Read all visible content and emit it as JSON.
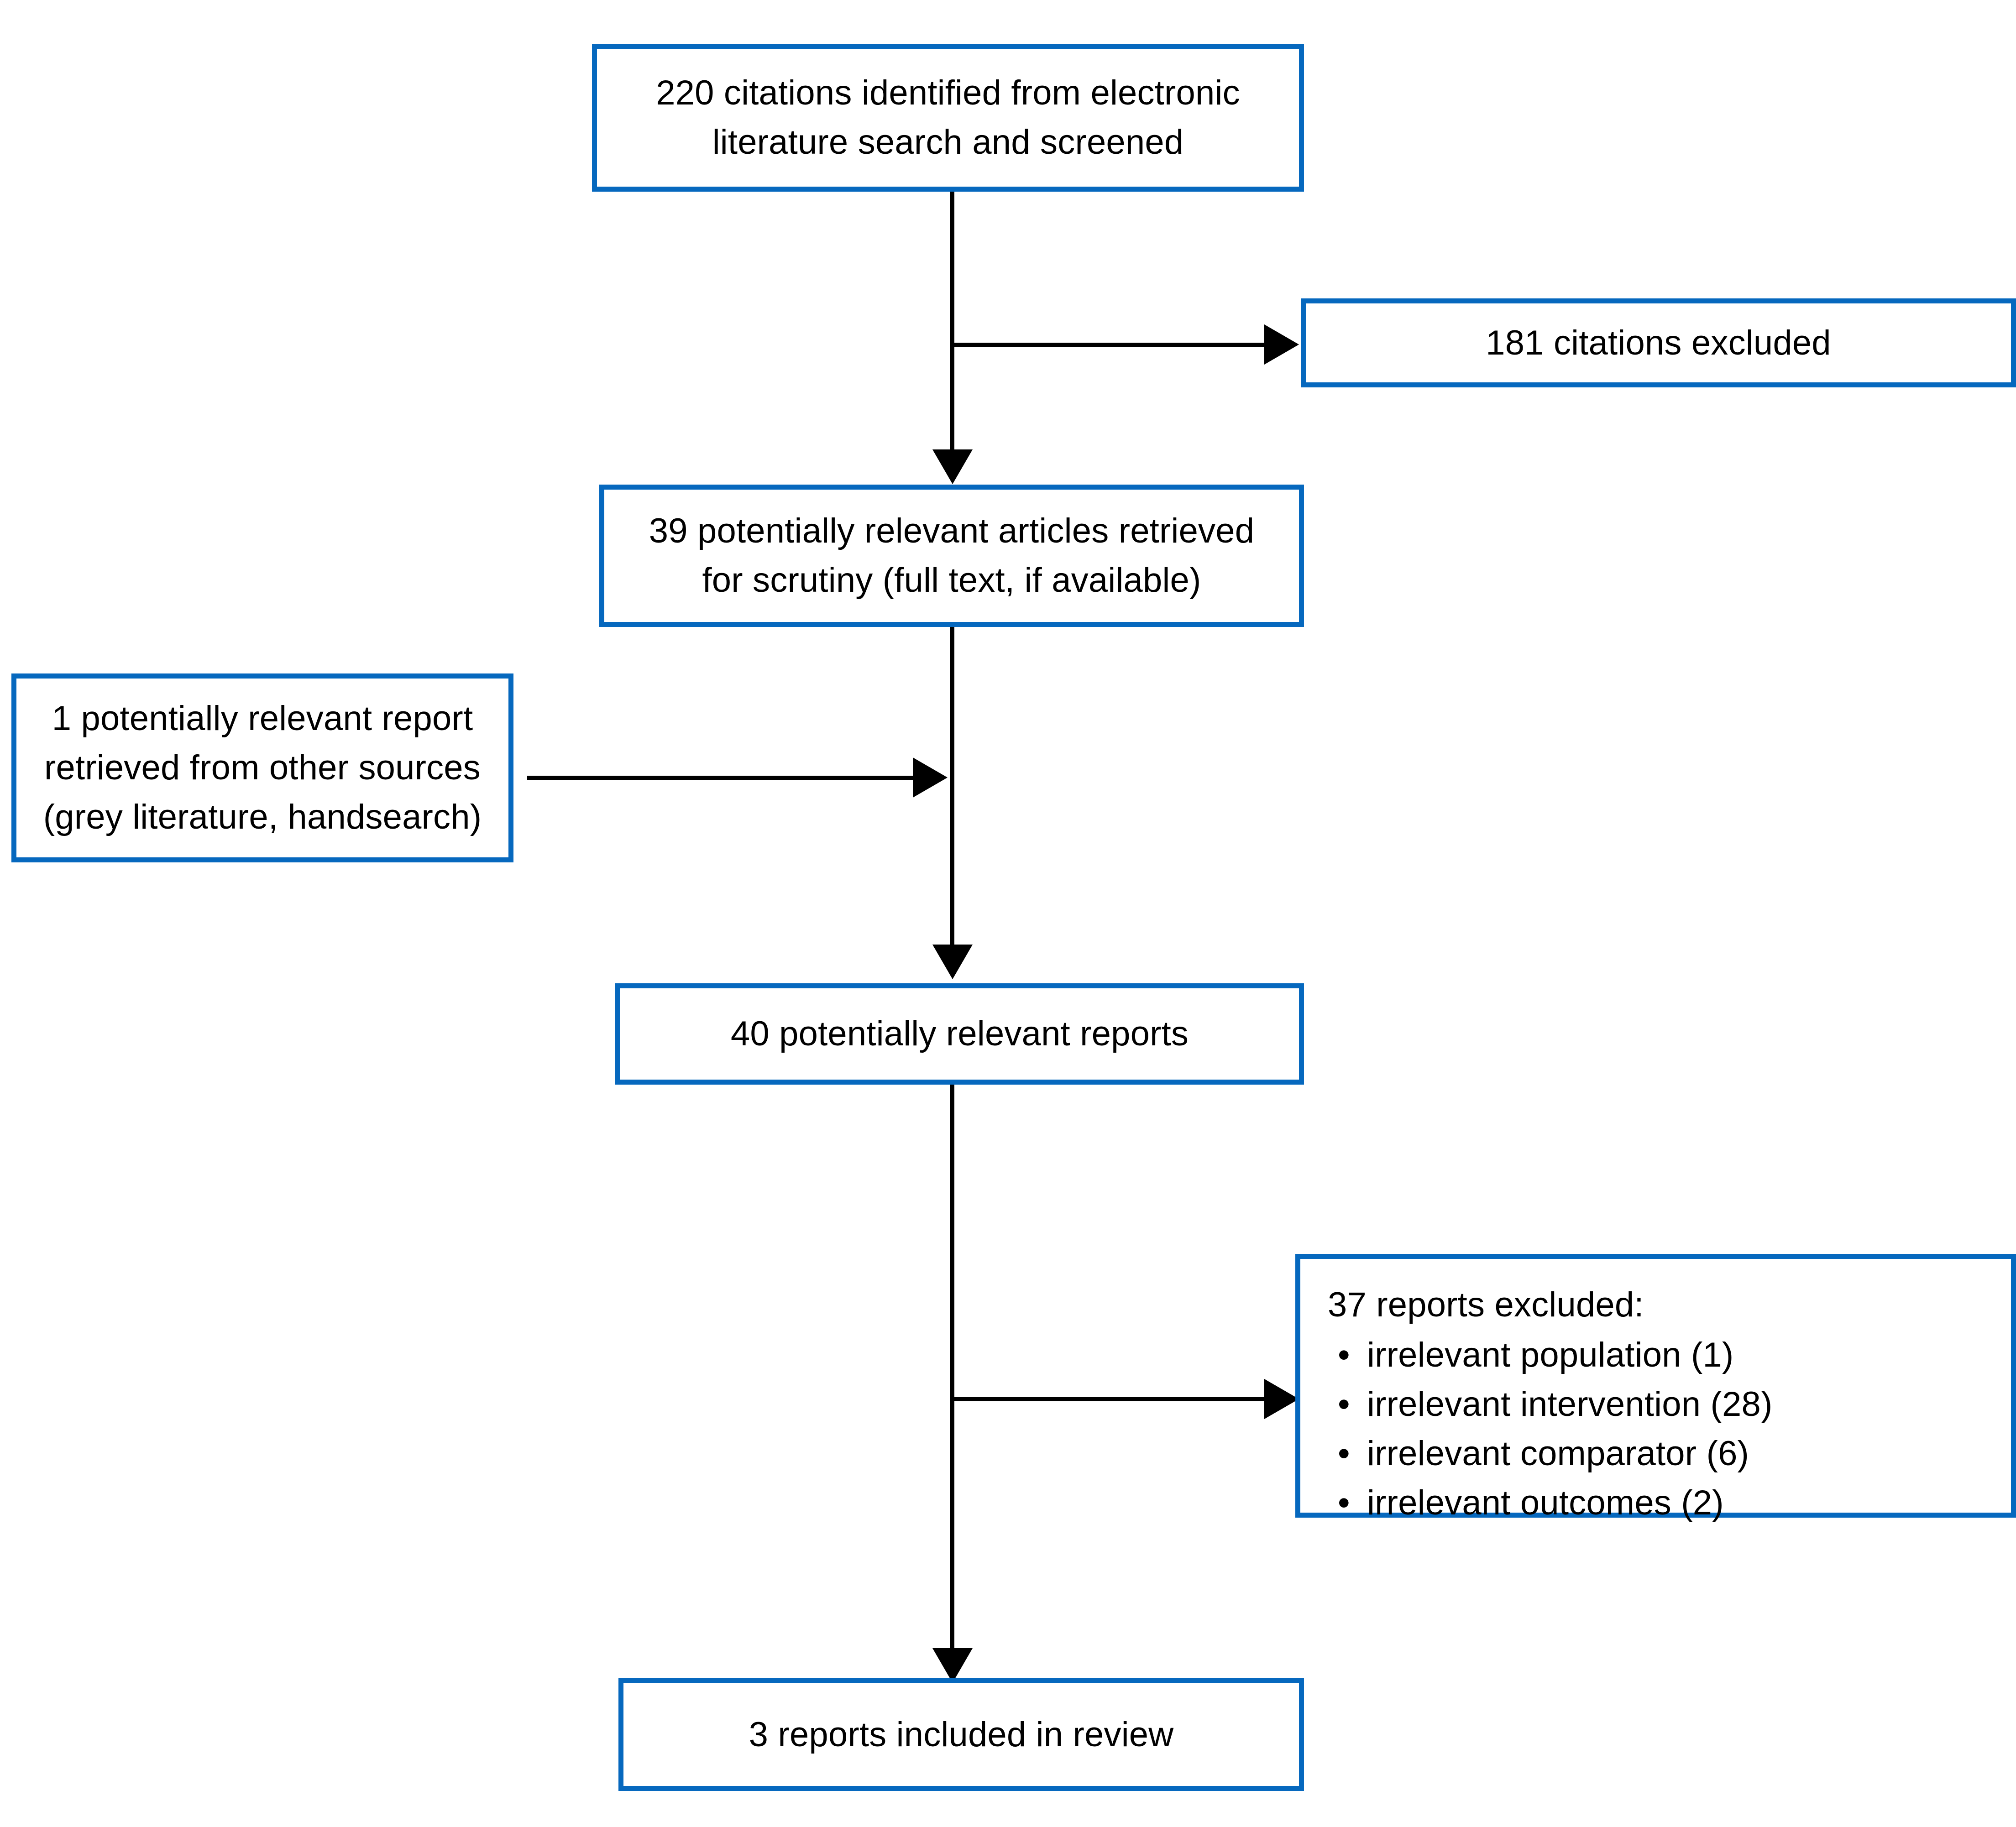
{
  "diagram": {
    "type": "prisma-flow-diagram",
    "title": "Study selection flow diagram",
    "accent_color": "#0668be",
    "line_color": "#000000",
    "background_color": "#ffffff",
    "nodes": {
      "identified": {
        "label": "220 citations identified from electronic\nliterature search and screened",
        "count": 220
      },
      "excluded_citations": {
        "label": "181 citations excluded",
        "count": 181
      },
      "retrieved": {
        "label": "39 potentially relevant articles retrieved\nfor scrutiny (full text, if available)",
        "count": 39
      },
      "other_sources": {
        "label": "1 potentially relevant report\nretrieved from other sources\n(grey literature, handsearch)",
        "count": 1
      },
      "potentially_relevant": {
        "label": "40 potentially relevant reports",
        "count": 40
      },
      "excluded_reports": {
        "title": "37 reports excluded:",
        "count": 37,
        "bullet": "•",
        "reasons": [
          "irrelevant population (1)",
          "irrelevant intervention (28)",
          "irrelevant comparator (6)",
          "irrelevant outcomes (2)"
        ]
      },
      "included": {
        "label": "3 reports included in review",
        "count": 3
      }
    }
  }
}
